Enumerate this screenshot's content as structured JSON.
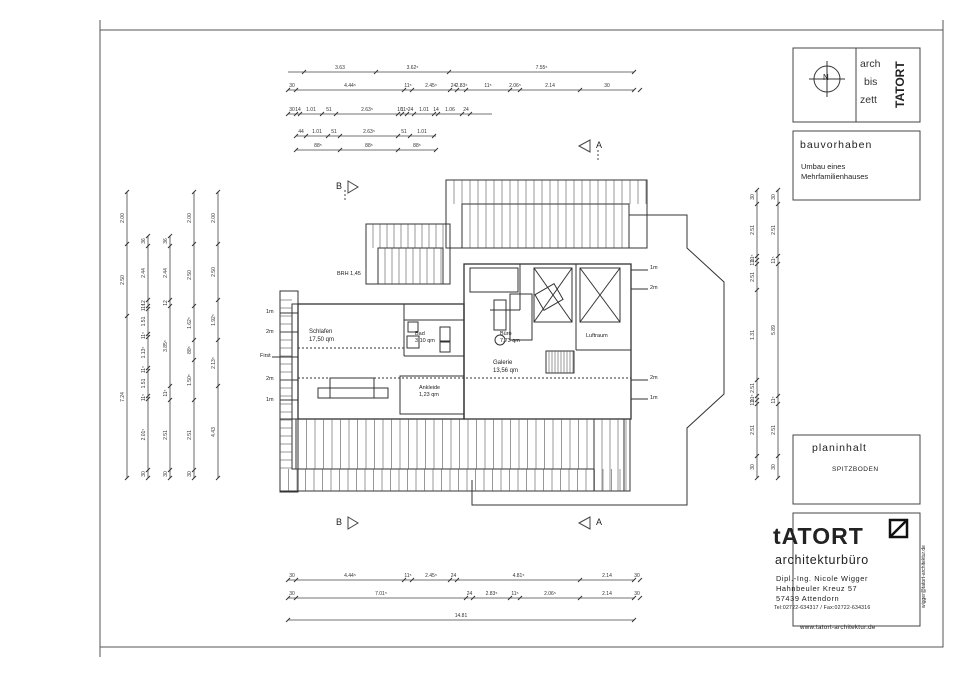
{
  "title_block": {
    "logo_lines": [
      "arch",
      "bis",
      "zett"
    ],
    "logo_vertical": "TATORT",
    "north_label": "N",
    "project_heading": "bauvorhaben",
    "project_description": "Umbau eines Mehrfamilienhauses",
    "plan_heading": "planinhalt",
    "plan_description": "SPITZBODEN",
    "firm_name": "tATORT",
    "firm_subtitle": "architekturbüro",
    "firm_person": "Dipl.-Ing. Nicole Wigger",
    "firm_street": "Hahnbeuler Kreuz 57",
    "firm_city": "57439 Attendorn",
    "firm_phone": "Tel:02722-634317 / Fax:02722-634316",
    "firm_web": "www.tatort-architektur.de",
    "firm_email": "wigger@tatort-architektur.de"
  },
  "section_markers": {
    "a_label": "A",
    "b_label": "B"
  },
  "rooms": [
    {
      "name": "Schlafen",
      "area": "17,50 qm"
    },
    {
      "name": "Bad",
      "area": "3,10 qm"
    },
    {
      "name": "Büro",
      "area": "7,73 qm"
    },
    {
      "name": "Galerie",
      "area": "13,56 qm"
    },
    {
      "name": "Ankleide",
      "area": "1,23 qm"
    },
    {
      "name": "Luftraum",
      "area": ""
    }
  ],
  "annotations": {
    "brh": "BRH 1,45",
    "first": "First",
    "height_1m": "1m",
    "height_2m": "2m"
  },
  "dimensions": {
    "top_row1": [
      "3.63",
      "3.62⁵",
      "7.55⁵"
    ],
    "top_row2": [
      "30",
      "4.44⁵",
      "11⁵",
      "2.45⁵",
      "24",
      "2.83⁵",
      "11⁵",
      "2.06⁵",
      "2.14",
      "30"
    ],
    "top_row3": [
      "30",
      "14",
      "1.01",
      "51",
      "2.63⁵",
      "16",
      "11⁵",
      "24",
      "1.01",
      "14",
      "1.06",
      "24"
    ],
    "top_row4": [
      "44",
      "1.01",
      "51",
      "2.63⁵",
      "51",
      "1.01"
    ],
    "top_row5": [
      "88⁵",
      "88⁵",
      "88⁵"
    ],
    "bottom_row1": [
      "30",
      "4.44⁵",
      "11⁵",
      "2.45⁵",
      "24",
      "4.81⁵",
      "2.14",
      "30"
    ],
    "bottom_row2": [
      "30",
      "7.01⁵",
      "24",
      "2.83⁵",
      "11⁵",
      "2.06⁵",
      "2.14",
      "30"
    ],
    "bottom_total": "14.81",
    "left_col1": [
      "2.00",
      "2.50",
      "7.24"
    ],
    "left_col2": [
      "36",
      "2.44",
      "12",
      "11⁵",
      "1.51",
      "11⁵",
      "1.13⁵",
      "11⁵",
      "1.51",
      "11⁵",
      "2.01⁵",
      "30"
    ],
    "left_col3": [
      "36",
      "2.44",
      "12",
      "3.85⁵",
      "11⁵",
      "2.51",
      "30"
    ],
    "left_col4": [
      "2.00",
      "2.50",
      "1.62⁵",
      "88⁵",
      "1.50⁵",
      "2.51",
      "30"
    ],
    "left_col5": [
      "2.00",
      "2.50",
      "1.92⁵",
      "2.13⁵",
      "4.43"
    ],
    "right_col1": [
      "30",
      "2.51",
      "11⁵",
      "11⁵",
      "2.51",
      "1.31",
      "2.51",
      "11⁵",
      "11⁵",
      "2.51",
      "30"
    ],
    "right_col2": [
      "30",
      "2.51",
      "11⁵",
      "5.89",
      "11⁵",
      "2.51",
      "30"
    ]
  }
}
